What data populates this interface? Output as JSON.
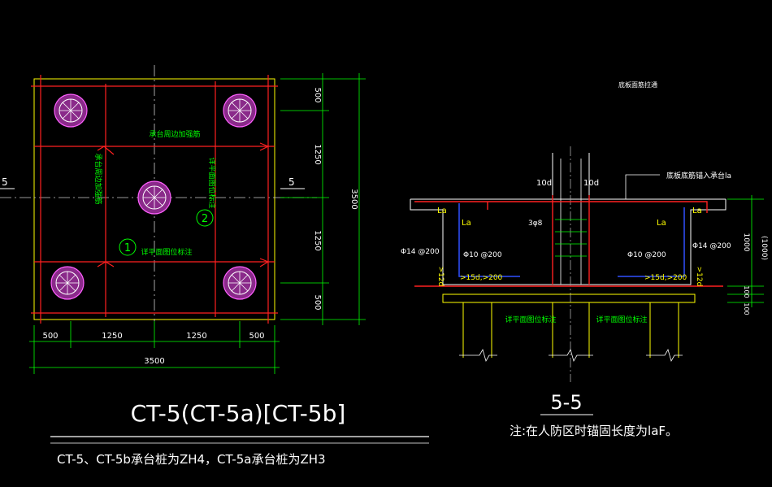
{
  "plan": {
    "title": "CT-5(CT-5a)[CT-5b]",
    "note": "CT-5、CT-5b承台桩为ZH4，CT-5a承台桩为ZH3",
    "bottom_dims": [
      "500",
      "1250",
      "1250",
      "500"
    ],
    "total_width": "3500",
    "right_dims": [
      "500",
      "1250",
      "1250",
      "500"
    ],
    "total_height": "3500",
    "section_mark": "5",
    "label_reinf_top": "承台周边加强筋",
    "label_reinf_left": "承台周边加强筋",
    "label_note1": "详平面图位标注",
    "label_note2": "详平面图位标注",
    "marker1": "1",
    "marker2": "2"
  },
  "section": {
    "title": "5-5",
    "note": "注:在人防区时锚固长度为laF。",
    "header": "底板面筋拉通",
    "anchor_label": "底板底筋锚入承台la",
    "left_10d": "10d",
    "right_10d": "10d",
    "la_labels": [
      "La",
      "La",
      "La",
      "La"
    ],
    "phi14_left": "Φ14 @200",
    "phi14_right": "Φ14 @200",
    "phi10_left": "Φ10 @200",
    "phi10_right": "Φ10 @200",
    "stirrup": "3φ8",
    "d15_left": ">15d,>200",
    "d15_right": ">15d,>200",
    "d12_left": ">12d",
    "d12_right": ">12d",
    "note_left": "详平面图位标注",
    "note_right": "详平面图位标注",
    "dim_1000": "1000",
    "dim_1000b": "(1000)",
    "dim_100a": "100",
    "dim_100b": "100"
  }
}
